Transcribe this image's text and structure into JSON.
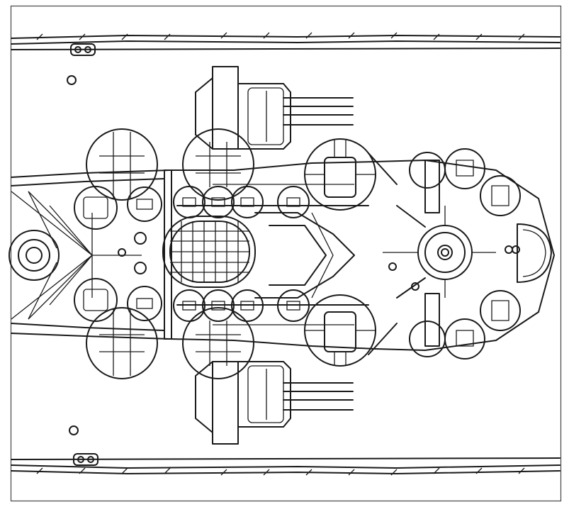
{
  "image": {
    "kind": "line-art",
    "subject": "warship",
    "view": "top-down",
    "colors": {
      "line": "#1a1a1a",
      "background": "#ffffff",
      "frame": "#444444"
    }
  },
  "parts": [
    {
      "id": "hull-outline",
      "icon": "hull-icon"
    },
    {
      "id": "bridge-superstructure",
      "icon": "superstructure-icon"
    },
    {
      "id": "main-gun-turrets",
      "icon": "turret-icon",
      "count": 2
    },
    {
      "id": "secondary-turrets",
      "icon": "turret-icon",
      "count": 2
    },
    {
      "id": "funnel",
      "icon": "funnel-icon",
      "count": 1
    },
    {
      "id": "aa-gun-tubs",
      "icon": "gun-tub-icon"
    },
    {
      "id": "searchlight-platforms",
      "icon": "searchlight-icon"
    },
    {
      "id": "mast",
      "icon": "mast-icon"
    },
    {
      "id": "deck-railings",
      "icon": "railing-icon",
      "count": 2
    }
  ]
}
